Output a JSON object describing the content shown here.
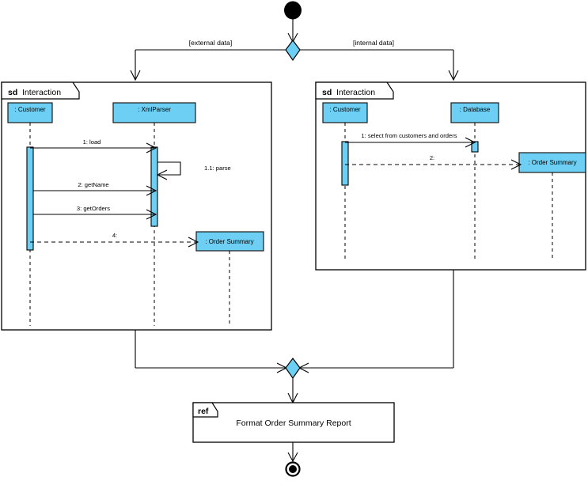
{
  "diagram": {
    "type": "uml-interaction-overview-diagram",
    "title": "",
    "colors": {
      "fill_blue": "#6DCFF3",
      "stroke": "#000000",
      "background": "#ffffff"
    },
    "initial_node": {
      "label": "initial-node",
      "shape": "filled-circle"
    },
    "final_node": {
      "label": "final-node",
      "shape": "circle-in-ring"
    },
    "decision_node": {
      "label": "decision-diamond",
      "shape": "diamond"
    },
    "merge_node": {
      "label": "merge-diamond",
      "shape": "diamond"
    },
    "guards": {
      "left": "[external data]",
      "right": "[internal data]"
    },
    "frames": [
      {
        "id": "left",
        "kind": "sd",
        "name": "Interaction",
        "lifelines": [
          {
            "id": "customer",
            "label": ": Customer"
          },
          {
            "id": "xmlparser",
            "label": ": XmlParser"
          },
          {
            "id": "ordersummary",
            "label": ": Order Summary"
          }
        ],
        "messages": [
          {
            "seq": "1: load",
            "from": "customer",
            "to": "xmlparser",
            "style": "solid"
          },
          {
            "seq": "1.1: parse",
            "from": "xmlparser",
            "to": "xmlparser",
            "style": "solid-self"
          },
          {
            "seq": "2: getName",
            "from": "customer",
            "to": "xmlparser",
            "style": "solid"
          },
          {
            "seq": "3: getOrders",
            "from": "customer",
            "to": "xmlparser",
            "style": "solid"
          },
          {
            "seq": "4:",
            "from": "customer",
            "to": "ordersummary",
            "style": "dashed"
          }
        ]
      },
      {
        "id": "right",
        "kind": "sd",
        "name": "Interaction",
        "lifelines": [
          {
            "id": "customer2",
            "label": ": Customer"
          },
          {
            "id": "database",
            "label": ": Database"
          },
          {
            "id": "ordersummary2",
            "label": ": Order Summary"
          }
        ],
        "messages": [
          {
            "seq": "1: select from customers and orders",
            "from": "customer2",
            "to": "database",
            "style": "solid"
          },
          {
            "seq": "2:",
            "from": "customer2",
            "to": "ordersummary2",
            "style": "dashed"
          }
        ]
      }
    ],
    "ref_frame": {
      "kind": "ref",
      "body": "Format Order Summary Report"
    }
  }
}
